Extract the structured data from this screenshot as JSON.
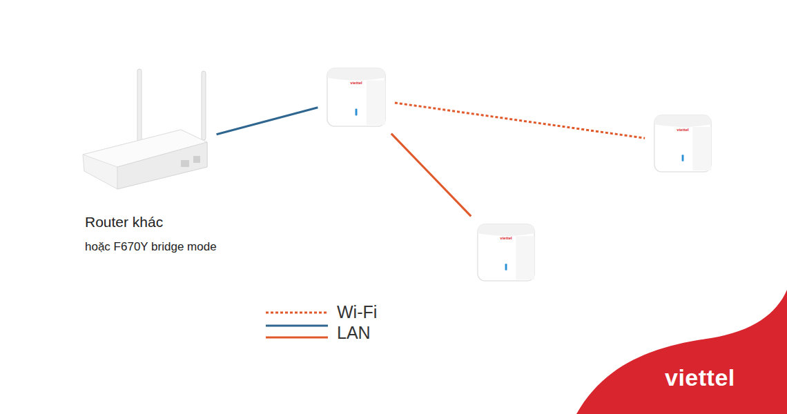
{
  "diagram": {
    "nodes": [
      {
        "text": [
          "Router khác",
          "hoặc F670Y bridge mode"
        ]
      },
      {
        "text": [
          "viettel"
        ]
      },
      {
        "text": [
          "viettel"
        ]
      },
      {
        "text": [
          "viettel"
        ]
      }
    ],
    "edges": [
      {
        "from": 0,
        "to": 1,
        "arrow": "none"
      },
      {
        "from": 1,
        "to": 2,
        "arrow": "none"
      },
      {
        "from": 1,
        "to": 3,
        "arrow": "none"
      }
    ],
    "labels": [
      "viettel"
    ],
    "legend": [
      {
        "text": "Wi-Fi"
      },
      {
        "text": "LAN"
      }
    ]
  }
}
